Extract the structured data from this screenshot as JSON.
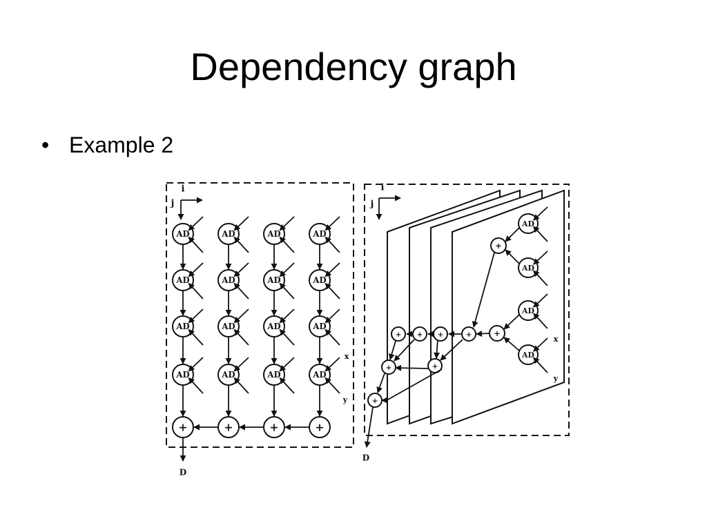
{
  "slide": {
    "title": "Dependency graph",
    "bullet_text": "Example 2",
    "bullet_mark": "•"
  },
  "diagram": {
    "node_label_ad": "AD",
    "node_label_plus": "+",
    "axis_i": "i",
    "axis_j": "j",
    "input_x": "x",
    "input_y": "y",
    "output_d": "D",
    "left": {
      "columns": 4,
      "rows": 4
    },
    "right": {
      "planes": 4
    }
  },
  "colors": {
    "ink": "#111111",
    "background": "#ffffff"
  }
}
